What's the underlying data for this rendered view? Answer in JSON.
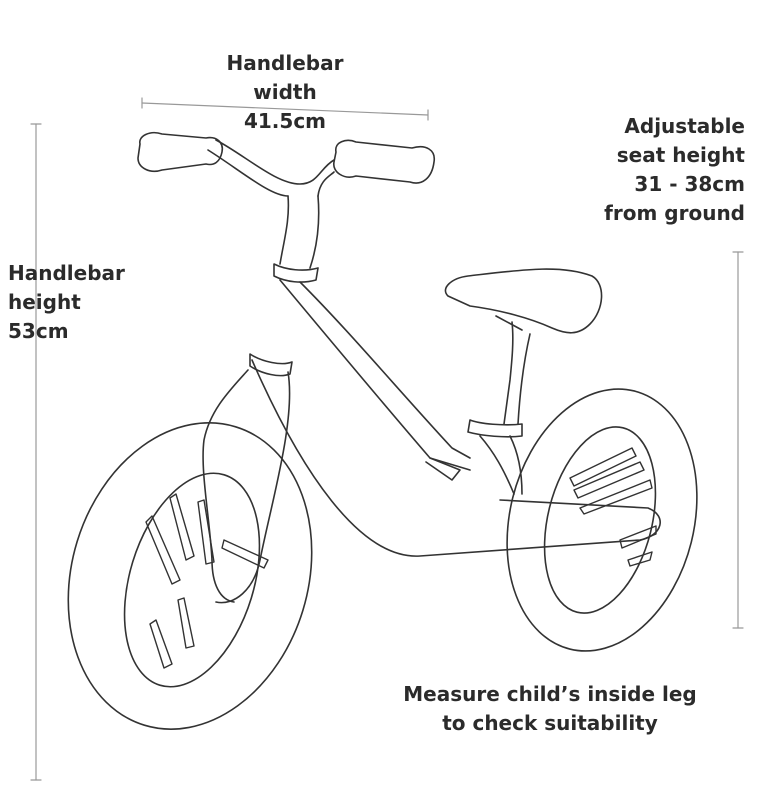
{
  "labels": {
    "handlebar_width": [
      "Handlebar",
      "width",
      "41.5cm"
    ],
    "seat_height": [
      "Adjustable",
      "seat height",
      "31 - 38cm",
      "from ground"
    ],
    "handlebar_height": [
      "Handlebar",
      "height",
      "53cm"
    ],
    "measure_note": [
      "Measure child’s inside leg",
      "to check suitability"
    ]
  },
  "colors": {
    "line": "#333333",
    "dimension_line": "#999999",
    "text": "#2b2b2b"
  }
}
